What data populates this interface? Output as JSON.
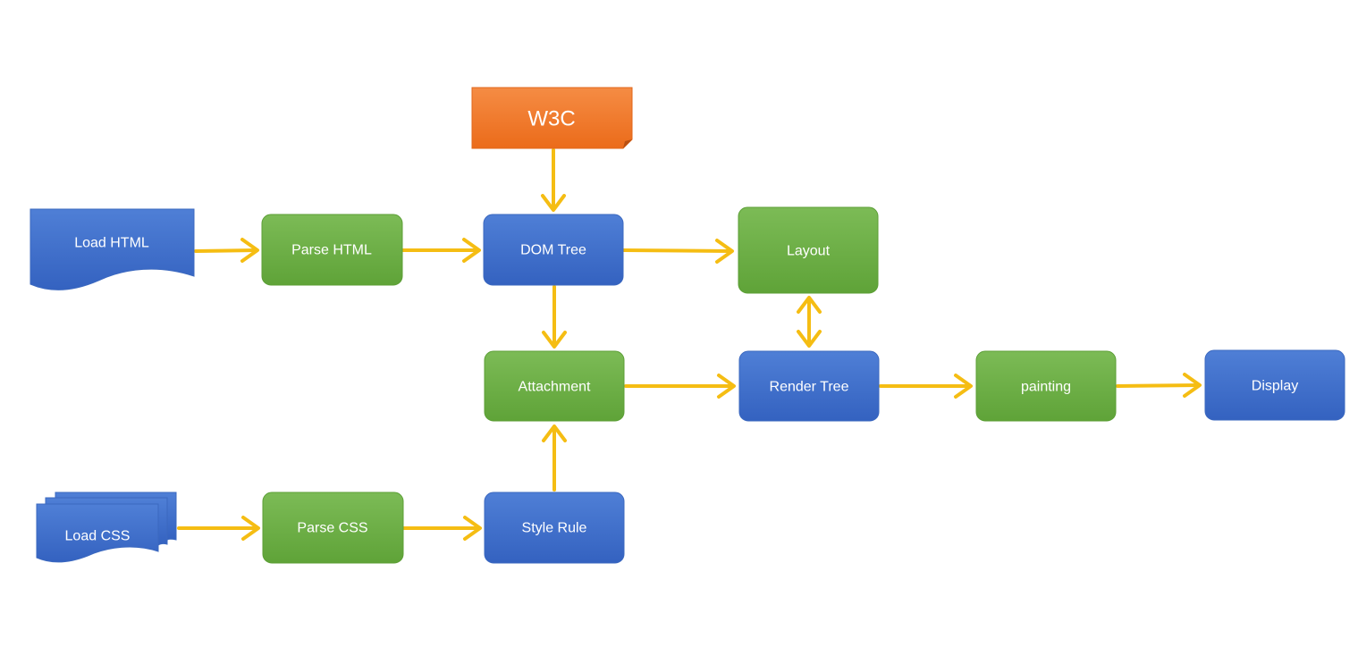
{
  "colors": {
    "blue_top": "#4f7fd6",
    "blue_bottom": "#3462c0",
    "blue_stroke": "#3b68bf",
    "green_top": "#7cbb56",
    "green_bottom": "#5fa338",
    "green_stroke": "#5c9f36",
    "orange_top": "#f58c44",
    "orange_bottom": "#eb6b1a",
    "arrow": "#f5bd13"
  },
  "nodes": {
    "w3c": "W3C",
    "load_html": "Load HTML",
    "parse_html": "Parse HTML",
    "dom_tree": "DOM Tree",
    "layout": "Layout",
    "attachment": "Attachment",
    "render_tree": "Render Tree",
    "painting": "painting",
    "display": "Display",
    "load_css": "Load CSS",
    "parse_css": "Parse CSS",
    "style_rule": "Style Rule"
  }
}
